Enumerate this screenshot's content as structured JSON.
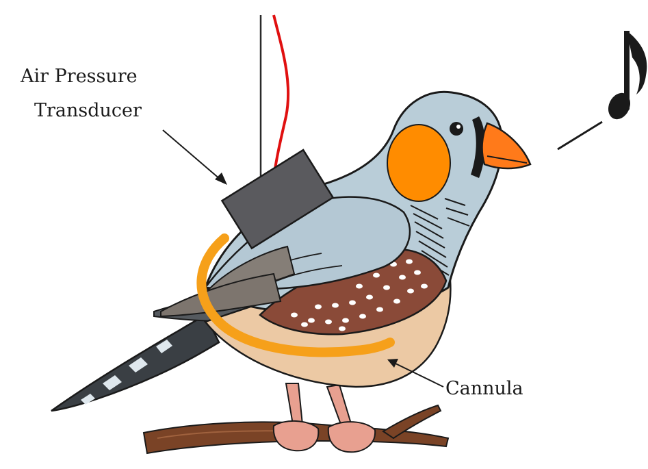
{
  "labels": {
    "transducer_line1": "Air Pressure",
    "transducer_line2": "Transducer",
    "cannula": "Cannula"
  },
  "colors": {
    "body_gray": "#b9cdd8",
    "cheek_orange": "#ff8c00",
    "beak_orange": "#ff7a1a",
    "flank_brown": "#8a4a38",
    "belly_tan": "#ecc9a4",
    "cannula_orange": "#f6a01a",
    "transducer_gray": "#5a5a5e",
    "wire_red": "#e01010",
    "branch_brown": "#7a4326",
    "leg_pink": "#e8a090",
    "tail_dark": "#3a3f44",
    "outline": "#1a1a1a"
  },
  "icons": {
    "note": "music-note-icon"
  }
}
